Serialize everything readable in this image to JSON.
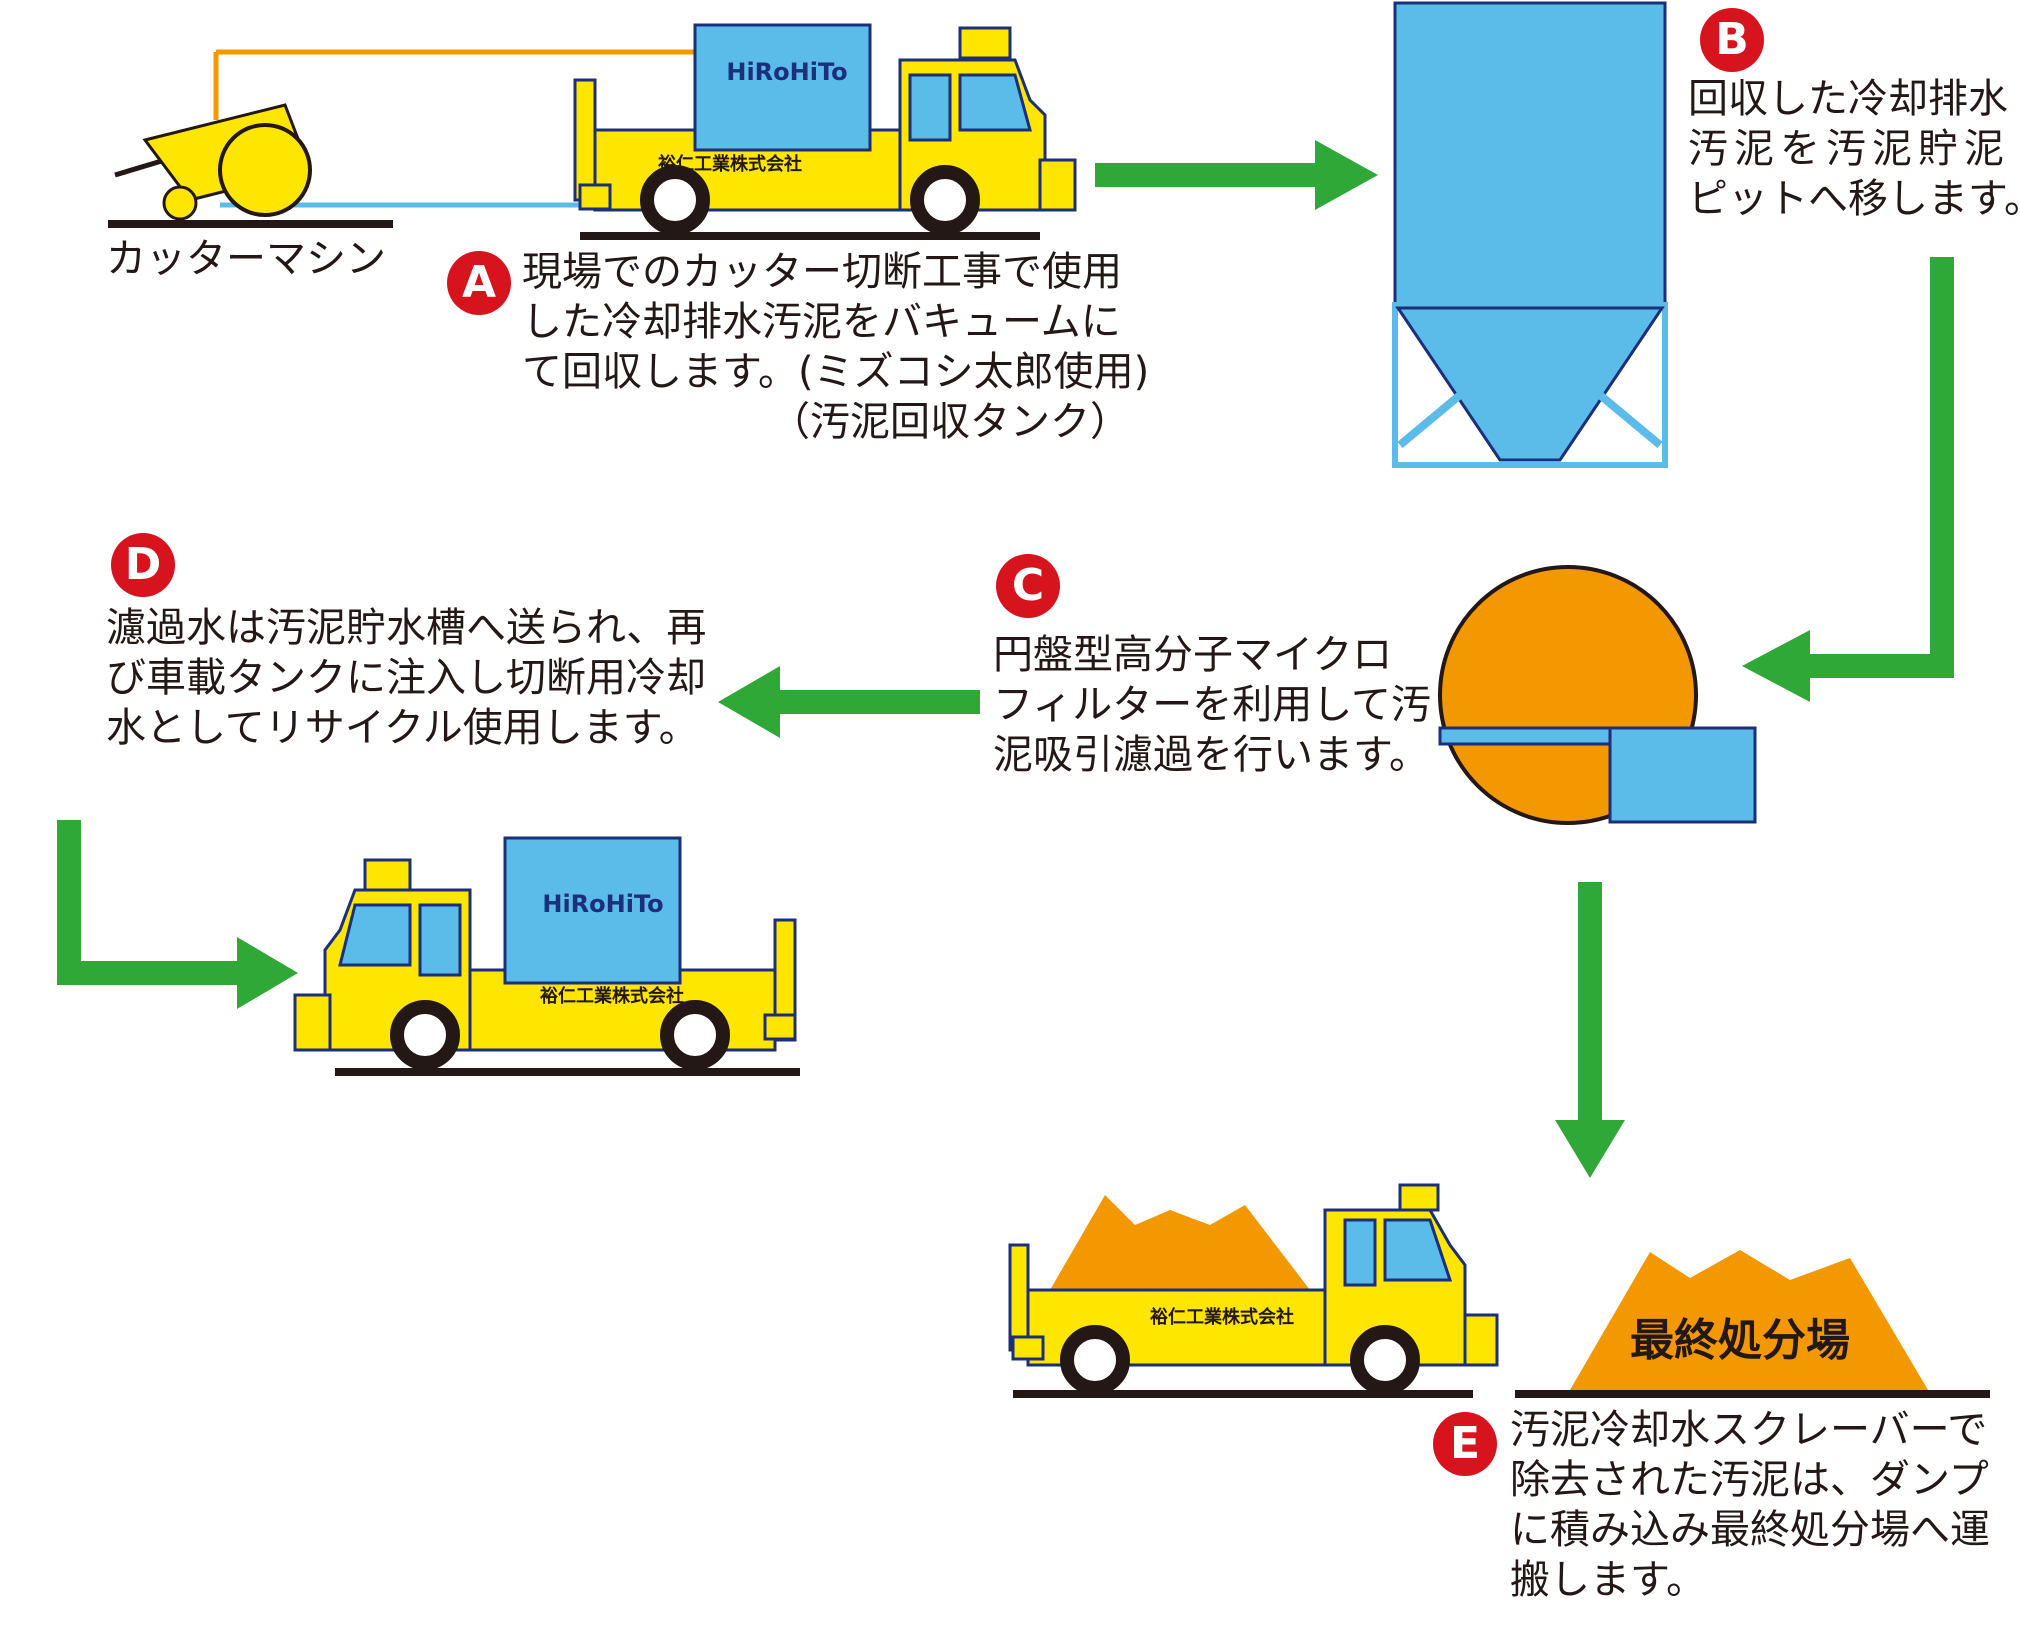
{
  "steps": {
    "a": {
      "badge": "A",
      "lines": [
        "現場でのカッター切断工事で使用",
        "した冷却排水汚泥をバキュームに",
        "て回収します。(ミズコシ太郎使用)",
        "（汚泥回収タンク）"
      ]
    },
    "b": {
      "badge": "B",
      "lines": [
        "回収した冷却排水",
        "汚泥を汚泥貯泥",
        "ピットへ移します。"
      ]
    },
    "c": {
      "badge": "C",
      "lines": [
        "円盤型高分子マイクロ",
        "フィルターを利用して汚",
        "泥吸引濾過を行います。"
      ]
    },
    "d": {
      "badge": "D",
      "lines": [
        "濾過水は汚泥貯水槽へ送られ、再",
        "び車載タンクに注入し切断用冷却",
        "水としてリサイクル使用します。"
      ]
    },
    "e": {
      "badge": "E",
      "lines": [
        "汚泥冷却水スクレーバーで",
        "除去された汚泥は、ダンプ",
        "に積み込み最終処分場へ運",
        "搬します。"
      ]
    }
  },
  "labels": {
    "cutter_machine": "カッターマシン",
    "disposal_site": "最終処分場"
  },
  "truck": {
    "company": "裕仁工業株式会社",
    "logo": "HiRoHiTo"
  },
  "colors": {
    "truck_yellow": "#ffe600",
    "tank_blue": "#5bbbe9",
    "outline_blue": "#1b2f7a",
    "sludge_orange": "#f39800",
    "arrow_green": "#2fa838",
    "badge_red": "#d7131d",
    "pipe_orange": "#f39800",
    "pipe_blue": "#5bbbe9"
  },
  "icons": [
    "truck-icon",
    "cutter-machine-icon",
    "silo-icon",
    "disc-filter-icon",
    "dump-truck-icon",
    "sludge-pile-icon",
    "flow-arrow-icon"
  ]
}
